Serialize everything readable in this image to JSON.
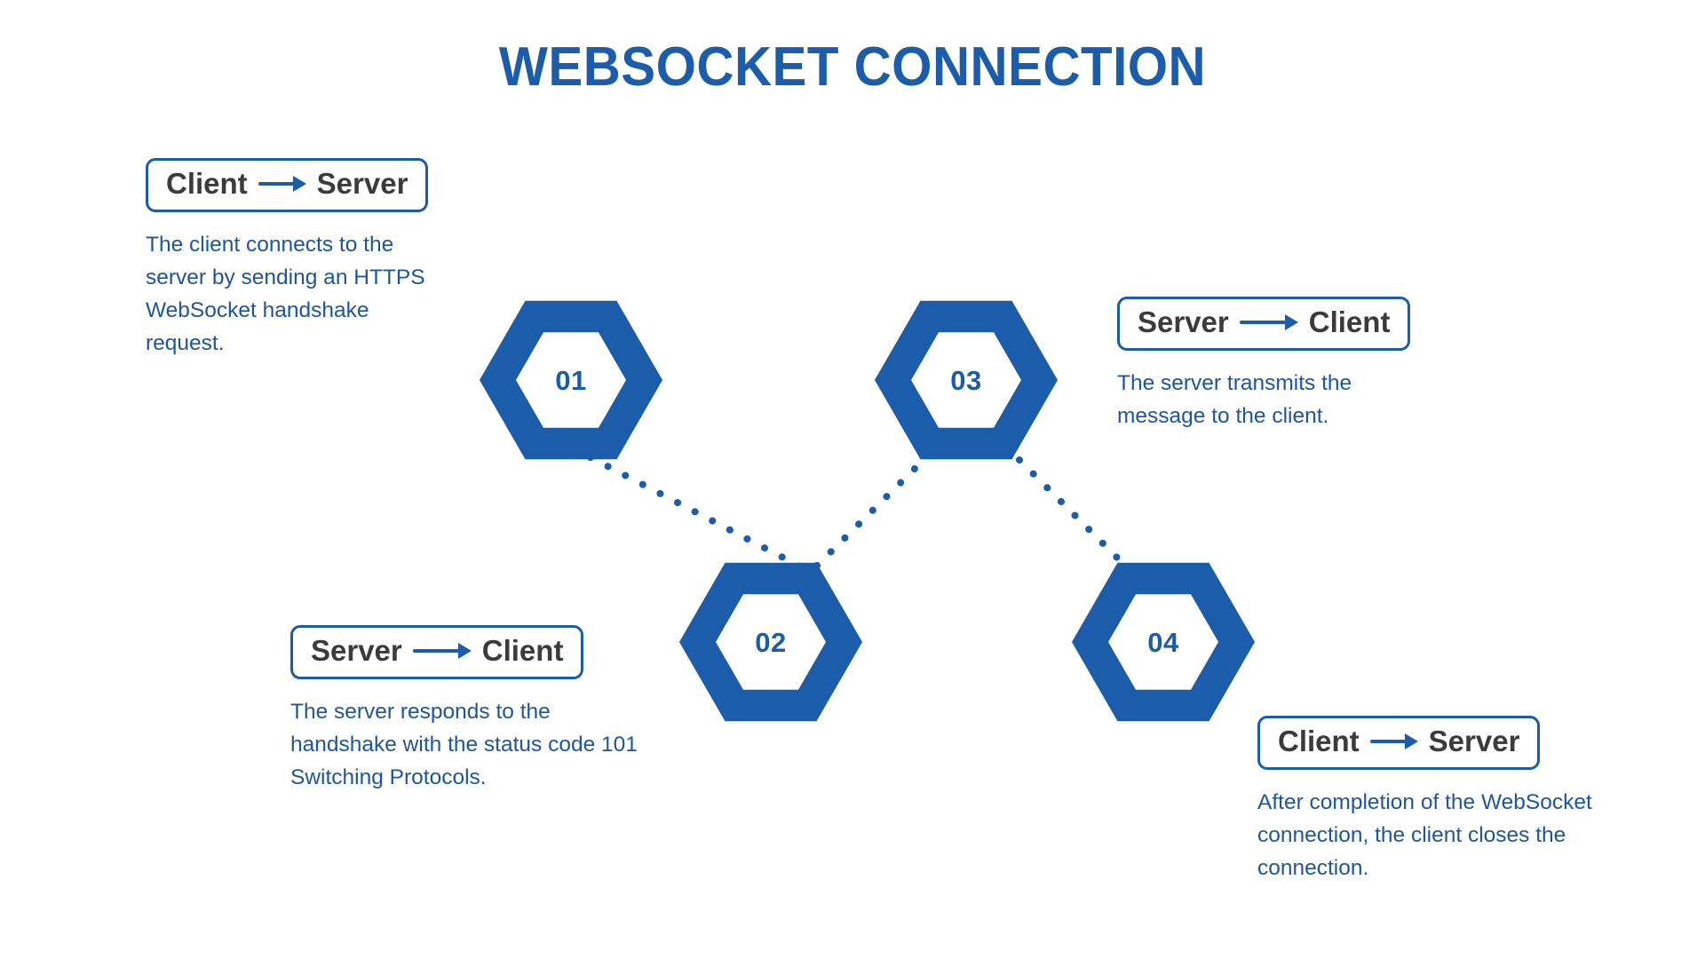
{
  "page": {
    "title": "WEBSOCKET CONNECTION",
    "background_color": "#ffffff",
    "accent_color": "#1b5cab",
    "text_color_dark": "#3b3b3b",
    "description_color": "#1d569f"
  },
  "steps": [
    {
      "number": "01",
      "from": "Client",
      "to": "Server",
      "arrow_icon": "arrow-right-icon",
      "description": "The client connects to the server by sending an HTTPS WebSocket handshake request."
    },
    {
      "number": "02",
      "from": "Server",
      "to": "Client",
      "arrow_icon": "arrow-right-icon",
      "description": "The server responds to the handshake with the status code 101 Switching Protocols."
    },
    {
      "number": "03",
      "from": "Server",
      "to": "Client",
      "arrow_icon": "arrow-right-icon",
      "description": "The server transmits the message to the client."
    },
    {
      "number": "04",
      "from": "Client",
      "to": "Server",
      "arrow_icon": "arrow-right-icon",
      "description": "After completion of the WebSocket connection, the client closes the connection."
    }
  ],
  "connectors": [
    {
      "name": "connector-01-02",
      "from": "01",
      "to": "02",
      "style": "dotted"
    },
    {
      "name": "connector-02-03",
      "from": "02",
      "to": "03",
      "style": "dotted"
    },
    {
      "name": "connector-03-04",
      "from": "03",
      "to": "04",
      "style": "dotted"
    }
  ]
}
